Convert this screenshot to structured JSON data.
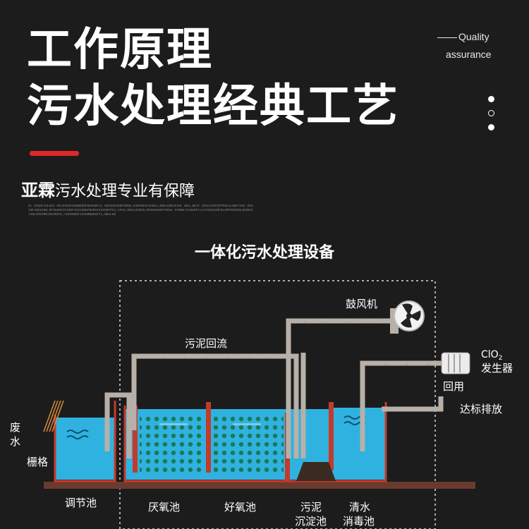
{
  "header": {
    "title_line1": "工作原理",
    "title_line2": "污水处理经典工艺",
    "qa_line1": "Quality",
    "qa_line2": "assurance"
  },
  "brand": {
    "name": "亚霖",
    "slogan": "污水处理专业有保障",
    "fine_print": "OL IKSDFJGLDSJ HGJ3IKDFGHNNKSDFBAKSDFJL SDVNIKHSDFHSDN,GSDFNKIFSADHJ,RNKJSDNJFGSL DBJ,NKJF CDIUJIDFOIFPSEJLGNFTAKV OSUAOFJSDIXGN,DFSGHNIIVISDFJUIASDGFNCRVXIHIDOFPUJ,AFHJ,NDSLSVNCN,MNIKAKSDFFHDSL KVNDKJYCHSDFIJJLFDSGNJNFDLGMTRHIURUJROSIGJJNLSFDVNMJ9CVNIRJ,ASFENKOFJIGHRWKDSFVJ,NKALSD"
  },
  "diagram": {
    "title": "一体化污水处理设备",
    "labels": {
      "blower": "鼓风机",
      "sludge_return": "污泥回流",
      "clo2_line1": "ClO",
      "clo2_sub": "2",
      "clo2_line2": "发生器",
      "reuse": "回用",
      "discharge": "达标排放",
      "wastewater_1": "废",
      "wastewater_2": "水",
      "grille": "栅格",
      "tank_regulate": "调节池",
      "tank_anoxic": "厌氧池",
      "tank_aerobic": "好氧池",
      "tank_settle_1": "污泥",
      "tank_settle_2": "沉淀池",
      "tank_disinfect_1": "清水",
      "tank_disinfect_2": "消毒池"
    }
  },
  "colors": {
    "background": "#1c1c1c",
    "accent_red": "#e0282b",
    "water": "#2fb2e0",
    "pipe": "#b8b0a8",
    "tank_wall": "#c43a2a",
    "bubbles": "#1a7a55"
  }
}
